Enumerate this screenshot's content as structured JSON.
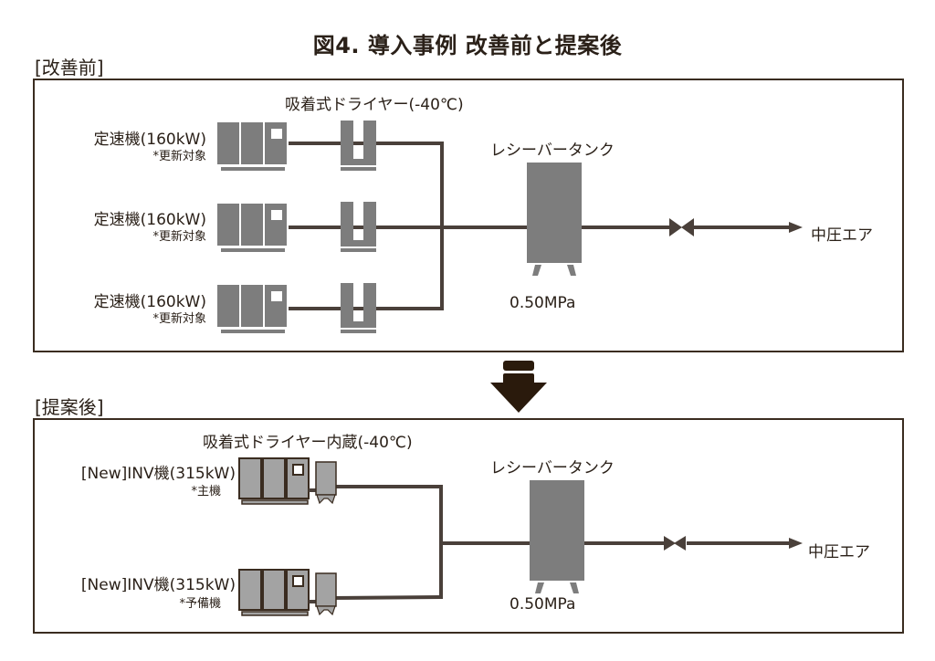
{
  "title": "図4. 導入事例 改善前と提案後",
  "colors": {
    "line": "#4a403a",
    "equipment": "#7d7d7d",
    "equipment_light": "#a3a3a3",
    "frame": "#3a2c20",
    "arrow": "#2a1a0c"
  },
  "before": {
    "section_label": "[改善前]",
    "dryer_label": "吸着式ドライヤー(-40℃)",
    "compressors": [
      {
        "name": "定速機(160kW)",
        "note": "*更新対象"
      },
      {
        "name": "定速機(160kW)",
        "note": "*更新対象"
      },
      {
        "name": "定速機(160kW)",
        "note": "*更新対象"
      }
    ],
    "tank_label": "レシーバータンク",
    "pressure": "0.50MPa",
    "output_label": "中圧エア"
  },
  "after": {
    "section_label": "[提案後]",
    "dryer_label": "吸着式ドライヤー内蔵(-40℃)",
    "compressors": [
      {
        "name": "[New]INV機(315kW)",
        "note": "*主機"
      },
      {
        "name": "[New]INV機(315kW)",
        "note": "*予備機"
      }
    ],
    "tank_label": "レシーバータンク",
    "pressure": "0.50MPa",
    "output_label": "中圧エア"
  },
  "transition_icon": "down-arrow-icon"
}
